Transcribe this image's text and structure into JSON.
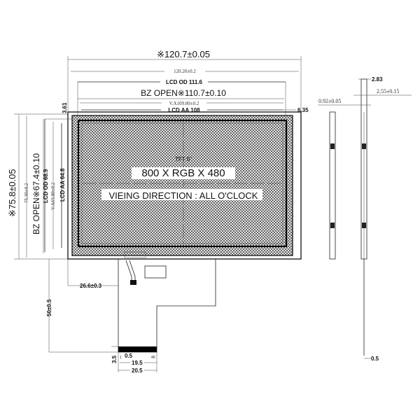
{
  "front_view": {
    "outline_width": "※120.7±0.05",
    "width_120_20": "120.20±0.2",
    "lcd_od_width": "LCD OD 111.6",
    "bz_open_width": "BZ OPEN※110.7±0.10",
    "va_width": "V.A109.00±0.2",
    "lcd_aa_width": "LCD AA 108",
    "offset_top": "3.61",
    "offset_right": "6.35",
    "outline_height": "※75.8±0.05",
    "height_75_30": "75.30±0.2",
    "bz_open_height": "BZ OPEN※67.4±0.10",
    "lcd_od_height": "LCD OD 68.9",
    "va_height": "V.A65.80±0.2",
    "lcd_aa_height": "LCD AA 64.8",
    "panel_type": "TFT 5\"",
    "resolution": "800 X RGB X 480",
    "viewing_direction": "VIEING DIRECTION : ALL O'CLOCK"
  },
  "fpc": {
    "offset": "26.6±0.3",
    "length": "50±0.5",
    "contact_height": "3.5",
    "pin_offset": "0.5",
    "pin_first": "1",
    "pin_last": "40",
    "pitch_span": "19.5",
    "width": "20.5"
  },
  "side_view": {
    "total_thickness": "2.83",
    "module_thickness": "2.55±0.15",
    "glass_thickness": "0.92±0.05",
    "fpc_thickness": "0.5"
  }
}
